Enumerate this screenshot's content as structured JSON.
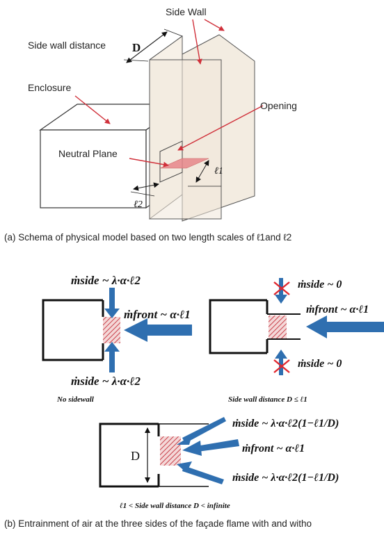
{
  "part_a": {
    "labels": {
      "side_wall": "Side Wall",
      "side_wall_distance": "Side wall distance",
      "d_symbol": "D",
      "enclosure": "Enclosure",
      "opening": "Opening",
      "neutral_plane": "Neutral Plane",
      "l1_symbol": "ℓ1",
      "l2_symbol": "ℓ2"
    },
    "caption": "(a) Schema of physical model based on two length scales of ℓ1and ℓ2"
  },
  "part_b": {
    "case1": {
      "side_top": "ṁside ~ λ·α·ℓ2",
      "front": "ṁfront ~ α·ℓ1",
      "side_bottom": "ṁside ~ λ·α·ℓ2",
      "label": "No sidewall"
    },
    "case2": {
      "side_top": "ṁside ~ 0",
      "front": "ṁfront ~ α·ℓ1",
      "side_bottom": "ṁside ~ 0",
      "label": "Side wall distance D ≤ ℓ1"
    },
    "case3": {
      "d_symbol": "D",
      "side_top": "ṁside ~ λ·α·ℓ2(1−ℓ1/D)",
      "front": "ṁfront ~ α·ℓ1",
      "side_bottom": "ṁside ~ λ·α·ℓ2(1−ℓ1/D)",
      "label": "ℓ1 < Side wall distance D < infinite"
    },
    "caption": "(b) Entrainment of air at the three sides of the façade flame with and witho"
  }
}
